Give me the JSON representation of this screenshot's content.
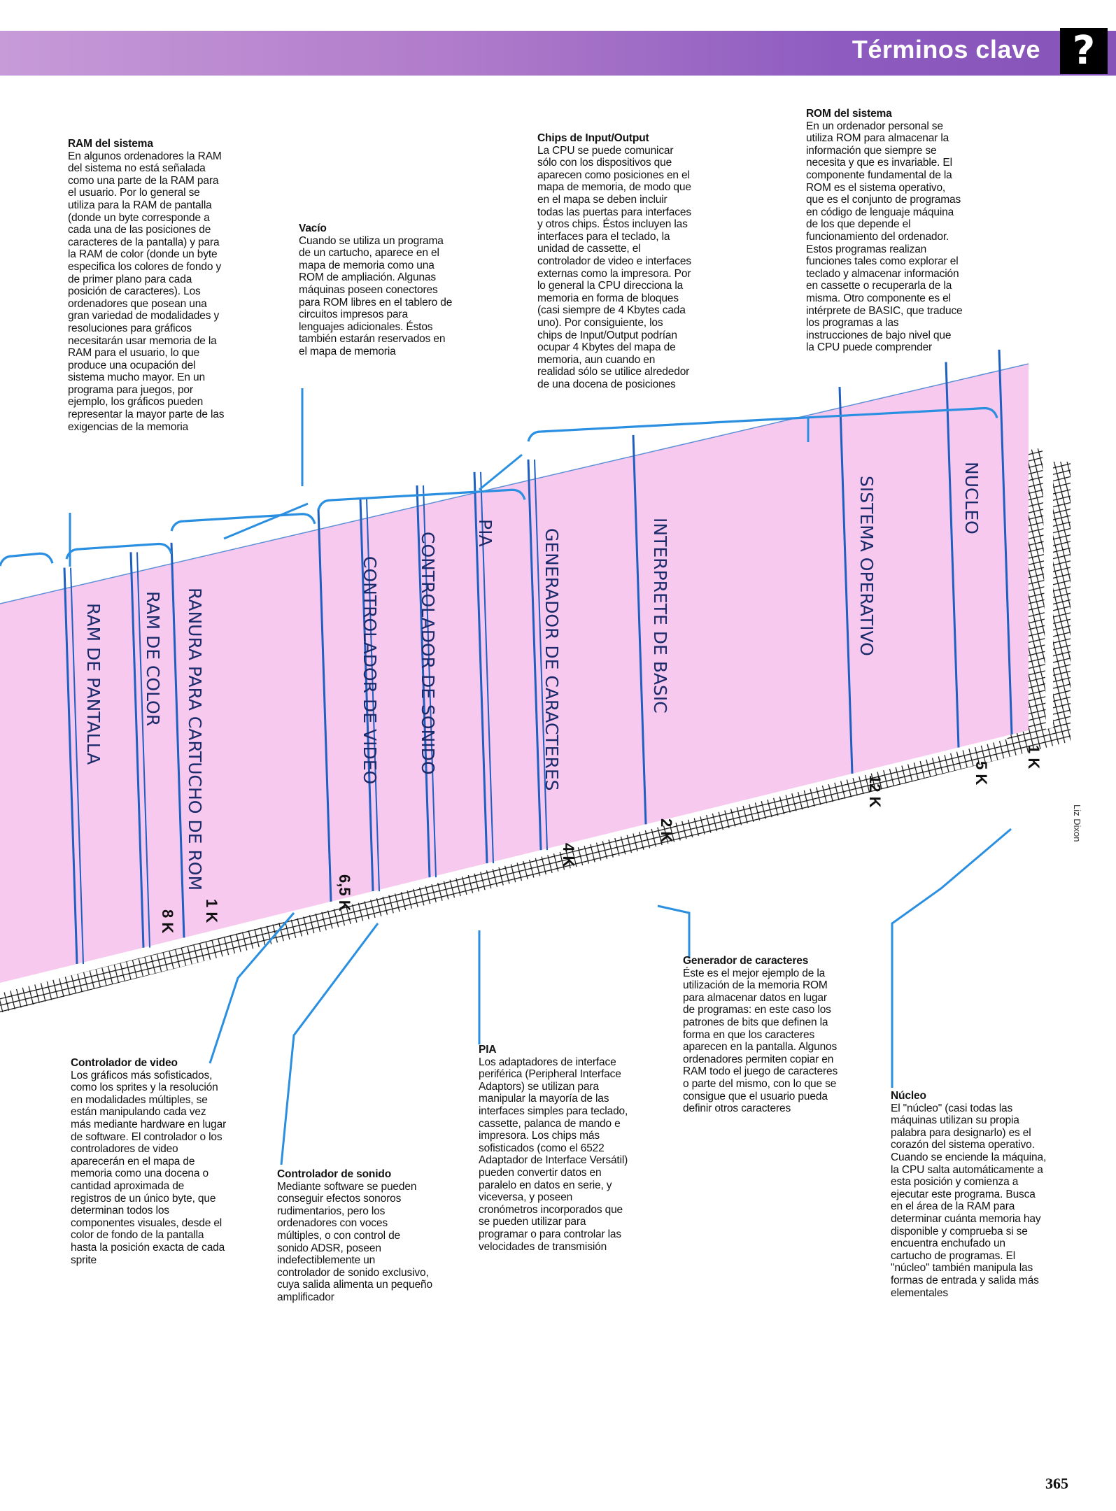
{
  "header": {
    "title": "Términos clave",
    "badge": "?",
    "accent_color": "#a274c8"
  },
  "page_number": "365",
  "credit": "Liz Dixon",
  "memory_map": {
    "band_color": "#f7c9ef",
    "line_color": "#1f5fbf",
    "segments": [
      {
        "label": "RAM DE PANTALLA",
        "size": "8 K"
      },
      {
        "label": "RAM DE COLOR",
        "size": "1 K"
      },
      {
        "label": "RANURA PARA CARTUCHO DE ROM",
        "size": ""
      },
      {
        "label": "CONTROLADOR DE VIDEO",
        "size": "6,5 K"
      },
      {
        "label": "CONTROLADOR DE SONIDO",
        "size": ""
      },
      {
        "label": "PIA",
        "size": ""
      },
      {
        "label": "GENERADOR DE CARACTERES",
        "size": "4 K"
      },
      {
        "label": "INTERPRETE DE BASIC",
        "size": "2 K"
      },
      {
        "label": "SISTEMA OPERATIVO",
        "size": "12 K"
      },
      {
        "label": "NUCLEO",
        "size": "5 K"
      },
      {
        "label": "",
        "size": "1 K"
      }
    ]
  },
  "annotations": {
    "ram_sistema": {
      "title": "RAM del sistema",
      "lines": [
        "En algunos ordenadores la RAM",
        "del sistema no está señalada",
        "como una parte de la RAM para",
        "el usuario. Por lo general se",
        "utiliza para la RAM de pantalla",
        "(donde un byte corresponde a",
        "cada una de las posiciones de",
        "caracteres de la pantalla) y para",
        "la RAM de color (donde un byte",
        "especifica los colores de fondo y",
        "de primer plano para cada",
        "posición de caracteres). Los",
        "ordenadores que posean una",
        "gran variedad de modalidades y",
        "resoluciones para gráficos",
        "necesitarán usar memoria de la",
        "RAM para el usuario, lo que",
        "produce una ocupación del",
        "sistema mucho mayor. En un",
        "programa para juegos, por",
        "ejemplo, los gráficos pueden",
        "representar la mayor parte de las",
        "exigencias de la memoria"
      ]
    },
    "vacio": {
      "title": "Vacío",
      "lines": [
        "Cuando se utiliza un programa",
        "de un cartucho, aparece en el",
        "mapa de memoria como una",
        "ROM de ampliación. Algunas",
        "máquinas poseen conectores",
        "para ROM libres en el tablero de",
        "circuitos impresos para",
        "lenguajes adicionales. Éstos",
        "también estarán reservados en",
        "el mapa de memoria"
      ]
    },
    "chips_io": {
      "title": "Chips de Input/Output",
      "lines": [
        "La CPU se puede comunicar",
        "sólo con los dispositivos que",
        "aparecen como posiciones en el",
        "mapa de memoria, de modo que",
        "en el mapa se deben incluir",
        "todas las puertas para interfaces",
        "y otros chips. Éstos incluyen las",
        "interfaces para el teclado, la",
        "unidad de cassette, el",
        "controlador de video e interfaces",
        "externas como la impresora. Por",
        "lo general la CPU direcciona la",
        "memoria en forma de bloques",
        "(casi siempre de 4 Kbytes cada",
        "uno). Por consiguiente, los",
        "chips de Input/Output podrían",
        "ocupar 4 Kbytes del mapa de",
        "memoria, aun cuando en",
        "realidad sólo se utilice alrededor",
        "de una docena de posiciones"
      ]
    },
    "rom_sistema": {
      "title": "ROM del sistema",
      "lines": [
        "En un ordenador personal se",
        "utiliza ROM para almacenar la",
        "información que siempre se",
        "necesita y que es invariable. El",
        "componente fundamental de la",
        "ROM es el sistema operativo,",
        "que es el conjunto de programas",
        "en código de lenguaje máquina",
        "de los que depende el",
        "funcionamiento del ordenador.",
        "Estos programas realizan",
        "funciones tales como explorar el",
        "teclado y almacenar información",
        "en cassette o recuperarla de la",
        "misma. Otro componente es el",
        "intérprete de BASIC, que traduce",
        "los programas a las",
        "instrucciones de bajo nivel que",
        "la CPU puede comprender"
      ]
    },
    "controlador_video": {
      "title": "Controlador de video",
      "lines": [
        "Los gráficos más sofisticados,",
        "como los sprites y la resolución",
        "en modalidades múltiples, se",
        "están manipulando cada vez",
        "más mediante hardware en lugar",
        "de software. El controlador o los",
        "controladores de video",
        "aparecerán en el mapa de",
        "memoria como una docena o",
        "cantidad aproximada de",
        "registros de un único byte, que",
        "determinan todos los",
        "componentes visuales, desde el",
        "color de fondo de la pantalla",
        "hasta la posición exacta de cada",
        "sprite"
      ]
    },
    "controlador_sonido": {
      "title": "Controlador de sonido",
      "lines": [
        "Mediante software se pueden",
        "conseguir efectos sonoros",
        "rudimentarios, pero los",
        "ordenadores con voces",
        "múltiples, o con control de",
        "sonido ADSR, poseen",
        "indefectiblemente un",
        "controlador de sonido exclusivo,",
        "cuya salida alimenta un pequeño",
        "amplificador"
      ]
    },
    "pia": {
      "title": "PIA",
      "lines": [
        "Los adaptadores de interface",
        "periférica (Peripheral Interface",
        "Adaptors) se utilizan para",
        "manipular la mayoría de las",
        "interfaces simples para teclado,",
        "cassette, palanca de mando e",
        "impresora. Los chips más",
        "sofisticados (como el 6522",
        "Adaptador de Interface Versátil)",
        "pueden convertir datos en",
        "paralelo en datos en serie, y",
        "viceversa, y poseen",
        "cronómetros incorporados que",
        "se pueden utilizar para",
        "programar o para controlar las",
        "velocidades de transmisión"
      ]
    },
    "generador_caracteres": {
      "title": "Generador de caracteres",
      "lines": [
        "Éste es el mejor ejemplo de la",
        "utilización de la memoria ROM",
        "para almacenar datos en lugar",
        "de programas: en este caso los",
        "patrones de bits que definen la",
        "forma en que los caracteres",
        "aparecen en la pantalla. Algunos",
        "ordenadores permiten copiar en",
        "RAM todo el juego de caracteres",
        "o parte del mismo, con lo que se",
        "consigue que el usuario pueda",
        "definir otros caracteres"
      ]
    },
    "nucleo": {
      "title": "Núcleo",
      "lines": [
        "El \"núcleo\" (casi todas las",
        "máquinas utilizan su propia",
        "palabra para designarlo) es el",
        "corazón del sistema operativo.",
        "Cuando se enciende la máquina,",
        "la CPU salta automáticamente a",
        "esta posición y comienza a",
        "ejecutar este programa. Busca",
        "en el área de la RAM para",
        "determinar cuánta memoria hay",
        "disponible y comprueba si se",
        "encuentra enchufado un",
        "cartucho de programas. El",
        "\"núcleo\" también manipula las",
        "formas de entrada y salida más",
        "elementales"
      ]
    }
  }
}
